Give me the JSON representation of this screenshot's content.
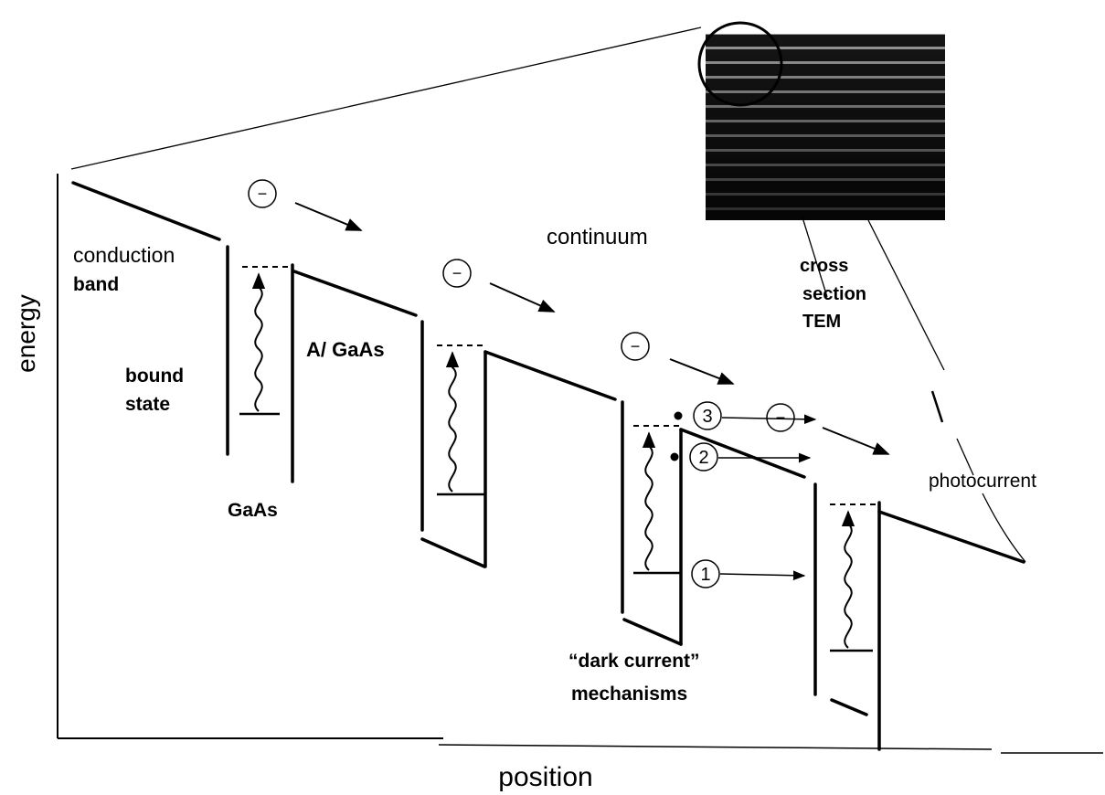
{
  "axes": {
    "y_label": "energy",
    "x_label": "position"
  },
  "labels": {
    "conduction": "conduction",
    "band": "band",
    "bound": "bound",
    "state": "state",
    "barrier": "A/ GaAs",
    "well": "GaAs",
    "continuum": "continuum",
    "cross": "cross",
    "section": "section",
    "tem": "TEM",
    "photocurrent": "photocurrent",
    "dark_line1": "“dark current”",
    "dark_line2": "mechanisms"
  },
  "mechanisms": [
    "1",
    "2",
    "3"
  ],
  "electron_symbol": "−",
  "icons": [
    "electron-icon",
    "arrow-icon",
    "wavy-excitation-icon",
    "magnifier-circle-icon",
    "tem-micrograph"
  ]
}
